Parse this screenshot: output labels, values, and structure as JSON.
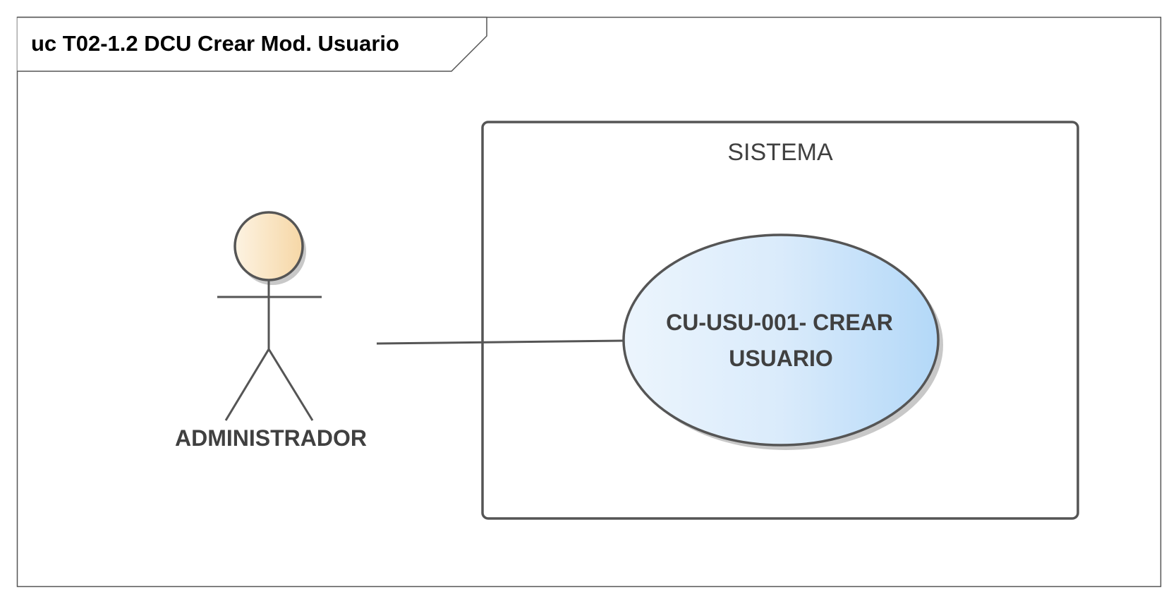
{
  "frame": {
    "title": "uc T02-1.2 DCU Crear Mod. Usuario"
  },
  "boundary": {
    "label": "SISTEMA"
  },
  "actor": {
    "name": "ADMINISTRADOR",
    "icon": "stick-figure-actor-icon"
  },
  "use_case": {
    "line1": "CU-USU-001- CREAR",
    "line2": "USUARIO"
  },
  "colors": {
    "stroke": "#555555",
    "text": "#404040",
    "actor_head_light": "#fdf3e2",
    "actor_head_dark": "#f6d7a6",
    "usecase_light": "#e9f3fc",
    "usecase_dark": "#b3d8f8",
    "shadow": "#c8c8c8"
  }
}
